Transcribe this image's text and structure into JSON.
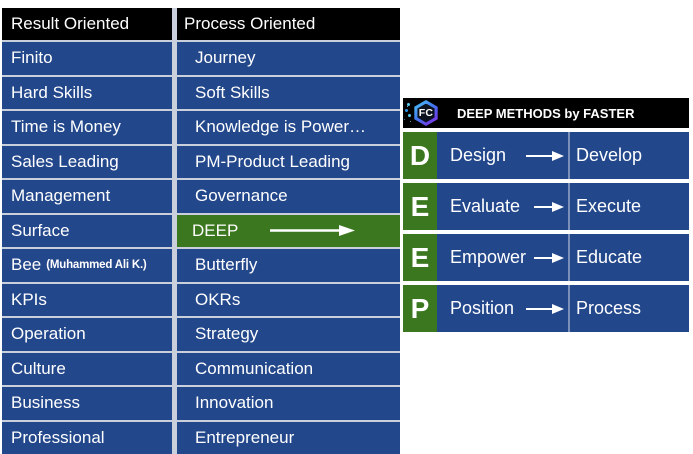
{
  "colors": {
    "row_blue": "#23478B",
    "accent_green": "#3B771E",
    "header_black": "#000000",
    "text_white": "#FFFFFF",
    "grid_line": "#C9D0DC"
  },
  "left_table": {
    "headers": [
      "Result Oriented",
      "Process Oriented"
    ],
    "rows": [
      {
        "left": "Finito",
        "right": "Journey"
      },
      {
        "left": "Hard Skills",
        "right": "Soft Skills"
      },
      {
        "left": "Time is Money",
        "right": "Knowledge is Power…"
      },
      {
        "left": "Sales Leading",
        "right": "PM-Product Leading"
      },
      {
        "left": "Management",
        "right": "Governance"
      },
      {
        "left": "Surface",
        "right": "DEEP"
      },
      {
        "left": "Bee",
        "left_note": "(Muhammed Ali K.)",
        "right": "Butterfly"
      },
      {
        "left": "KPIs",
        "right": "OKRs"
      },
      {
        "left": "Operation",
        "right": "Strategy"
      },
      {
        "left": "Culture",
        "right": "Communication"
      },
      {
        "left": "Business",
        "right": "Innovation"
      },
      {
        "left": "Professional",
        "right": "Entrepreneur"
      }
    ]
  },
  "deep_panel": {
    "logo_text": "FC",
    "title": "DEEP METHODS by FASTER",
    "rows": [
      {
        "letter": "D",
        "from": "Design",
        "to": "Develop"
      },
      {
        "letter": "E",
        "from": "Evaluate",
        "to": "Execute"
      },
      {
        "letter": "E",
        "from": "Empower",
        "to": "Educate"
      },
      {
        "letter": "P",
        "from": "Position",
        "to": "Process"
      }
    ]
  }
}
